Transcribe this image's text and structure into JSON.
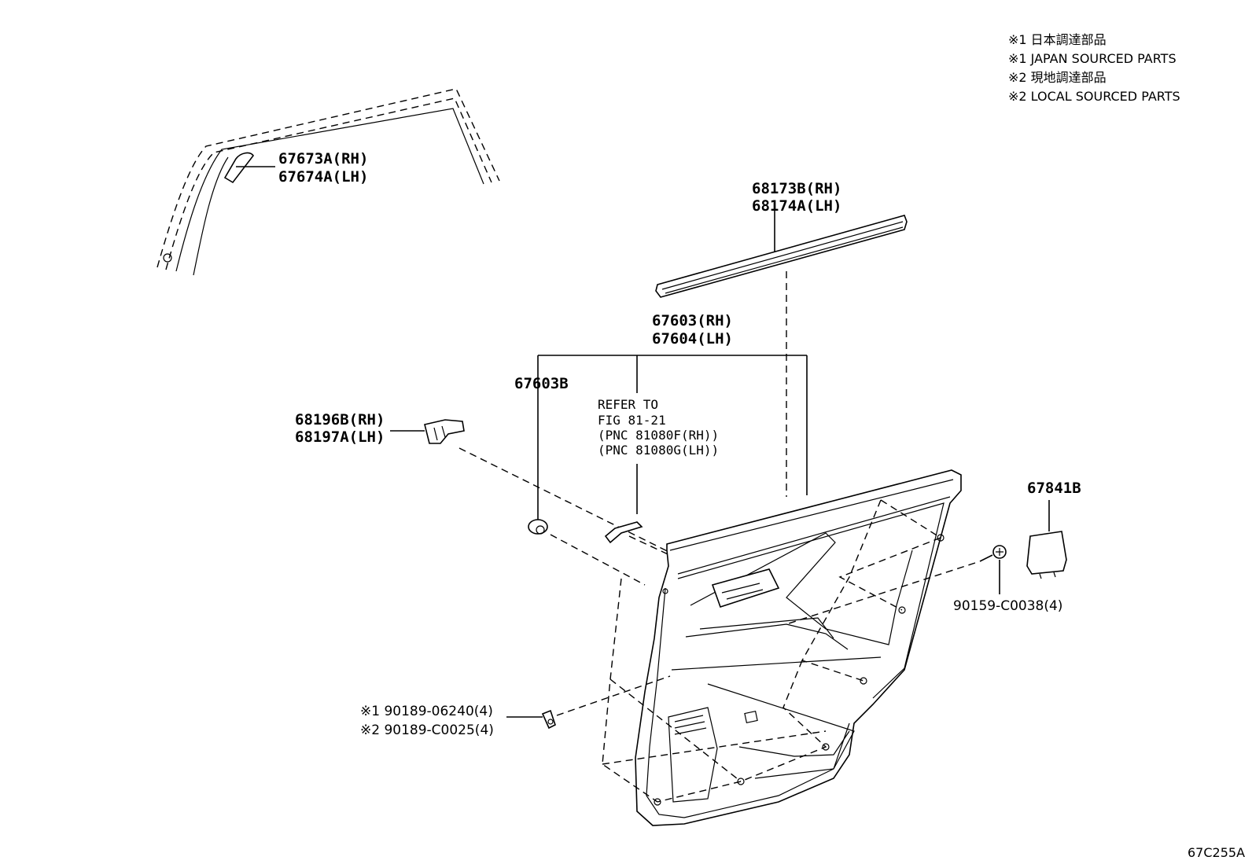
{
  "notes": [
    "※1 日本調達部品",
    "※1 JAPAN SOURCED PARTS",
    "※2 現地調達部品",
    "※2 LOCAL SOURCED PARTS"
  ],
  "labels": {
    "molding_rh": "67673A(RH)",
    "molding_lh": "67674A(LH)",
    "weatherstrip_rh": "68173B(RH)",
    "weatherstrip_lh": "68174A(LH)",
    "panel_rh": "67603(RH)",
    "panel_lh": "67604(LH)",
    "clip": "67603B",
    "refer_1": "REFER TO",
    "refer_2": "FIG 81-21",
    "refer_3": "(PNC 81080F(RH))",
    "refer_4": "(PNC 81080G(LH))",
    "bracket_rh": "68196B(RH)",
    "bracket_lh": "68197A(LH)",
    "cover": "67841B",
    "screw": "90159-C0038(4)",
    "clip_1": "※1 90189-06240(4)",
    "clip_2": "※2 90189-C0025(4)"
  },
  "figure_code": "67C255A"
}
